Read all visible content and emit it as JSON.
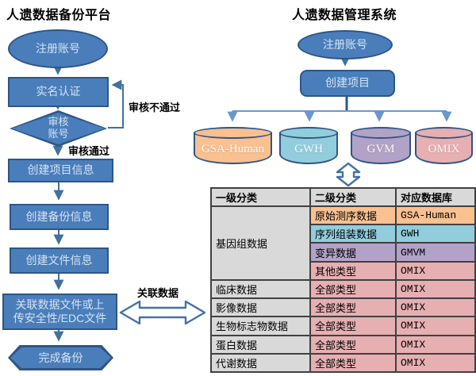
{
  "left_flow": {
    "title": "人遗数据备份平台",
    "nodes": {
      "register": "注册账号",
      "realname": "实名认证",
      "review_line1": "审核",
      "review_line2": "账号",
      "create_project": "创建项目信息",
      "create_backup": "创建备份信息",
      "create_file": "创建文件信息",
      "link_line1": "关联数据文件或上",
      "link_line2": "传安全性/EDC文件",
      "finish": "完成备份"
    },
    "edge_labels": {
      "fail": "审核不通过",
      "pass": "审核通过",
      "link": "关联数据"
    }
  },
  "right_flow": {
    "title": "人遗数据管理系统",
    "nodes": {
      "register": "注册账号",
      "create_project": "创建项目"
    },
    "databases": [
      {
        "name": "GSA-Human",
        "color": "orange"
      },
      {
        "name": "GWH",
        "color": "cyan"
      },
      {
        "name": "GVM",
        "color": "purple"
      },
      {
        "name": "OMIX",
        "color": "pink"
      }
    ]
  },
  "table": {
    "headers": [
      "一级分类",
      "二级分类",
      "对应数据库"
    ],
    "rows": [
      {
        "level1": "基因组数据",
        "level1_rowspan": 4,
        "level2": "原始测序数据",
        "db": "GSA-Human",
        "color": "orange"
      },
      {
        "level2": "序列组装数据",
        "db": "GWH",
        "color": "cyan"
      },
      {
        "level2": "变异数据",
        "db": "GMVM",
        "color": "purple"
      },
      {
        "level2": "其他类型",
        "db": "OMIX",
        "color": "pink"
      },
      {
        "level1": "临床数据",
        "level2": "全部类型",
        "db": "OMIX",
        "color": "pink"
      },
      {
        "level1": "影像数据",
        "level2": "全部类型",
        "db": "OMIX",
        "color": "pink"
      },
      {
        "level1": "生物标志物数据",
        "level2": "全部类型",
        "db": "OMIX",
        "color": "pink"
      },
      {
        "level1": "蛋白数据",
        "level2": "全部类型",
        "db": "OMIX",
        "color": "pink"
      },
      {
        "level1": "代谢数据",
        "level2": "全部类型",
        "db": "OMIX",
        "color": "pink"
      }
    ]
  },
  "colors": {
    "flow-blue": "#4A7EBB",
    "flow-border": "#2E5587",
    "flow-text": "#D5E3F2",
    "connector": "#41719C",
    "connector-light": "#6C96CE",
    "arrow-outline": "#4472A8",
    "db-orange": "#FAC090",
    "db-cyan": "#92CDDC",
    "db-purple": "#B2A2C7",
    "db-pink": "#E6AFB2",
    "table-gray": "#D9D9D9",
    "table-border": "#404040"
  }
}
